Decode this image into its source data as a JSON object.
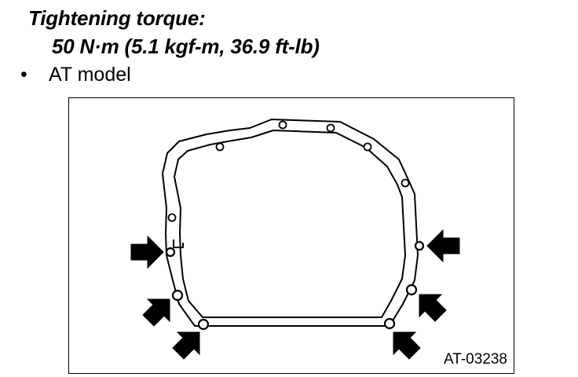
{
  "spec": {
    "heading": "Tightening torque:",
    "value": "50 N·m (5.1 kgf-m, 36.9 ft-lb)"
  },
  "bullet": {
    "symbol": "•",
    "label": "AT model"
  },
  "figure": {
    "code": "AT-03238"
  }
}
